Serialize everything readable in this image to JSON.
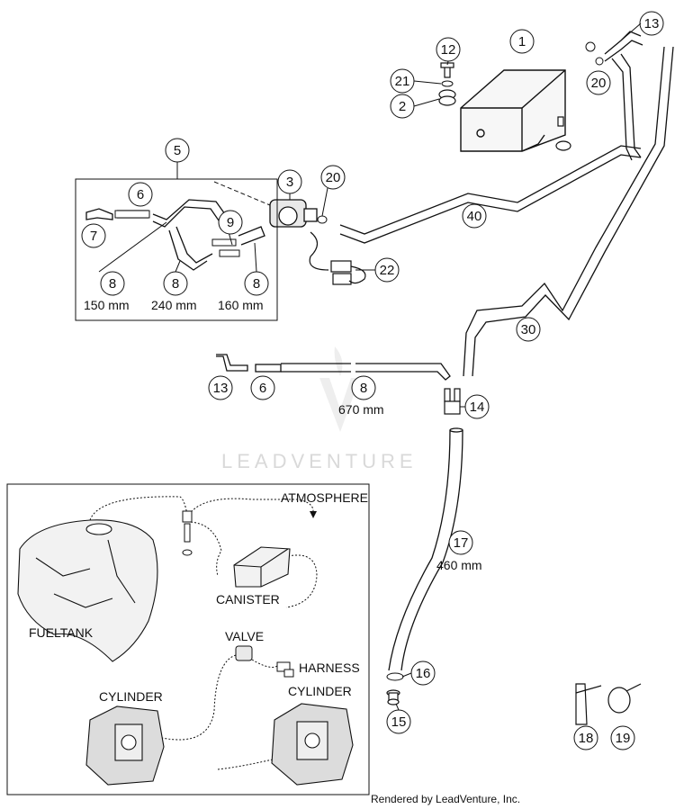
{
  "diagram": {
    "callouts": [
      "1",
      "2",
      "3",
      "5",
      "6",
      "7",
      "8",
      "9",
      "12",
      "13",
      "14",
      "15",
      "16",
      "17",
      "18",
      "19",
      "20",
      "21",
      "22",
      "30",
      "40"
    ],
    "sizes": {
      "hose_150": "150 mm",
      "hose_240": "240 mm",
      "hose_160": "160 mm",
      "hose_670": "670 mm",
      "hose_460": "460 mm"
    },
    "schematic": {
      "atmosphere": "ATMOSPHERE",
      "canister": "CANISTER",
      "fueltank": "FUELTANK",
      "valve": "VALVE",
      "harness": "HARNESS",
      "cylinder_left": "CYLINDER",
      "cylinder_right": "CYLINDER"
    },
    "watermark": "LEADVENTURE",
    "footer": "Rendered by LeadVenture, Inc."
  }
}
